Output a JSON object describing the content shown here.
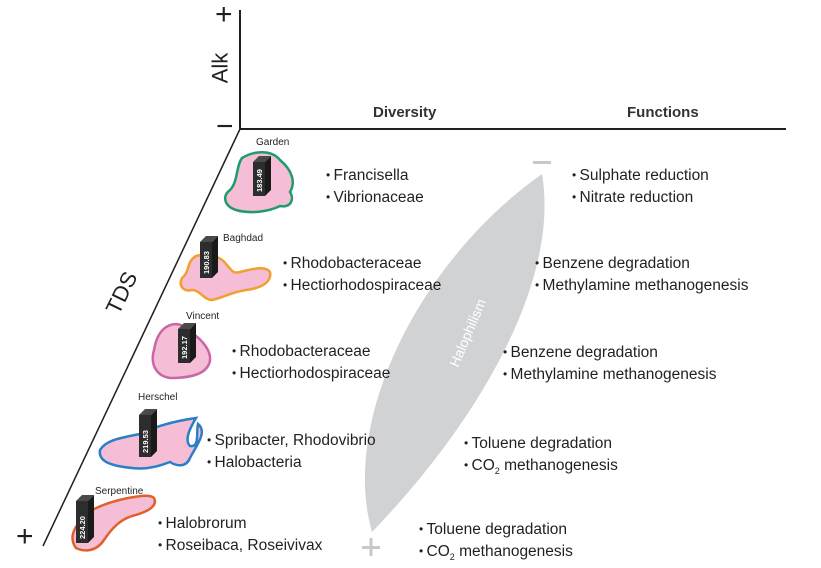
{
  "axes": {
    "alk": {
      "label": "Alk",
      "plus": "+",
      "minus": "−"
    },
    "tds": {
      "label": "TDS",
      "plus": "+"
    },
    "halophilism": {
      "label": "Halophilism",
      "minus": "−",
      "plus": "+"
    }
  },
  "headers": {
    "diversity": "Diversity",
    "functions": "Functions"
  },
  "colors": {
    "blob_fill": "#f5bdd6",
    "garden_outline": "#1f9b6c",
    "baghdad_outline": "#f0a030",
    "vincent_outline": "#c866a8",
    "herschel_outline": "#2a7fc5",
    "serpentine_outline": "#e0602a",
    "lens_fill": "#d1d2d4",
    "bar_fill": "#2d2d2d"
  },
  "sites": [
    {
      "name": "Garden",
      "value": "183.49",
      "diversity": [
        "Francisella",
        "Vibrionaceae"
      ],
      "functions": [
        [
          "Sulphate reduction"
        ],
        [
          "Nitrate reduction"
        ]
      ]
    },
    {
      "name": "Baghdad",
      "value": "190.83",
      "diversity": [
        "Rhodobacteraceae",
        "Hectiorhodospiraceae"
      ],
      "functions": [
        [
          "Benzene degradation"
        ],
        [
          "Methylamine methanogenesis"
        ]
      ]
    },
    {
      "name": "Vincent",
      "value": "192.17",
      "diversity": [
        "Rhodobacteraceae",
        "Hectiorhodospiraceae"
      ],
      "functions": [
        [
          "Benzene degradation"
        ],
        [
          "Methylamine methanogenesis"
        ]
      ]
    },
    {
      "name": "Herschel",
      "value": "219.53",
      "diversity": [
        "Spribacter, Rhodovibrio",
        "Halobacteria"
      ],
      "functions": [
        [
          "Toluene degradation"
        ],
        [
          "CO",
          "2",
          " methanogenesis"
        ]
      ]
    },
    {
      "name": "Serpentine",
      "value": "224.20",
      "diversity": [
        "Halobrorum",
        "Roseibaca, Roseivivax"
      ],
      "functions": [
        [
          "Toluene degradation"
        ],
        [
          "CO",
          "2",
          " methanogenesis"
        ]
      ]
    }
  ]
}
